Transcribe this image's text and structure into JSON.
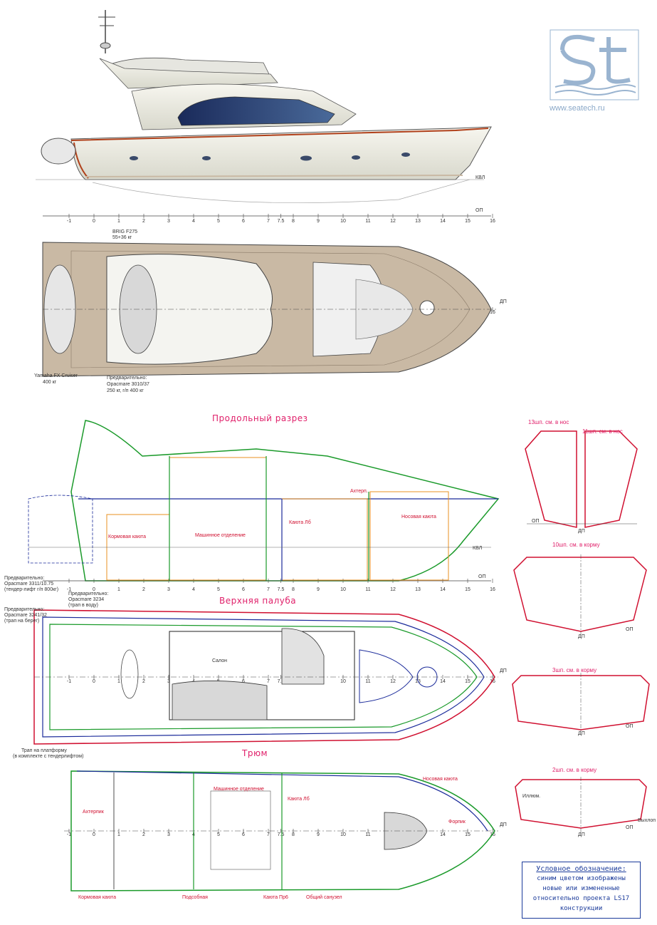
{
  "site": "www.seatech.ru",
  "logo_text": "st",
  "colors": {
    "green": "#1a9a2a",
    "blue": "#1a2a9a",
    "red": "#d01030",
    "orange": "#e89020",
    "magenta": "#e0206a",
    "deck": "#c9b9a4"
  },
  "stations": [
    "-1",
    "0",
    "1",
    "2",
    "3",
    "4",
    "5",
    "6",
    "7",
    "7.5",
    "8",
    "9",
    "10",
    "11",
    "12",
    "13",
    "14",
    "15",
    "16"
  ],
  "profile": {
    "kvl": "КВЛ",
    "op": "ОП"
  },
  "plan_top": {
    "dp": "ДП",
    "boat_label": "BRIG F275",
    "boat_weight": "55+36 кг",
    "jet_label": "Yamaha FX Cruiser",
    "jet_weight": "400 кг",
    "crane_label1": "Предварительно:",
    "crane_label2": "Opacmare 3010/37",
    "crane_label3": "250 кг, г/п 400 кг"
  },
  "section": {
    "title": "Продольный разрез",
    "kvl": "КВЛ",
    "op": "ОП",
    "rooms": [
      "Кормовая каюта",
      "Машинное отделение",
      "Каюта Лб",
      "Носовая каюта",
      "Ахтерп."
    ],
    "note1a": "Предварительно:",
    "note1b": "Opacmare 3311/10.75",
    "note1c": "(тендер-лифт г/п 800кг)",
    "note2a": "Предварительно:",
    "note2b": "Opacmare 3234",
    "note2c": "(трап в воду)"
  },
  "upper_deck": {
    "title": "Верхняя палуба",
    "dp": "ДП",
    "salon": "Салон",
    "note1a": "Предварительно:",
    "note1b": "Opacmare 3241/32",
    "note1c": "(трап на берег)",
    "ladder1": "Трап на платформу",
    "ladder2": "(в комплекте с тендерлифтом)"
  },
  "hold": {
    "title": "Трюм",
    "dp": "ДП",
    "rooms": [
      "Ахтерпик",
      "Машинное отделение",
      "Каюта Лб",
      "Носовая каюта",
      "Форпик"
    ],
    "bottom": [
      "Кормовая каюта",
      "Подсобная",
      "Каюта Пр6",
      "Общий санузел"
    ]
  },
  "sections_right": [
    {
      "title1": "13шп. см. в нос",
      "title2": "11шп. см. в нос",
      "op": "ОП",
      "dp": "ДП"
    },
    {
      "title1": "10шп. см. в корму",
      "op": "ОП",
      "dp": "ДП"
    },
    {
      "title1": "3шп. см. в корму",
      "op": "ОП",
      "dp": "ДП"
    },
    {
      "title1": "2шп. см. в корму",
      "op": "ОП",
      "dp": "ДП",
      "left": "Иллюм.",
      "right": "Выхлоп"
    }
  ],
  "legend": {
    "title": "Условное обозначение:",
    "lines": [
      "синим цветом изображены",
      "новые или измененные",
      "относительно проекта LS17",
      "конструкции"
    ]
  }
}
